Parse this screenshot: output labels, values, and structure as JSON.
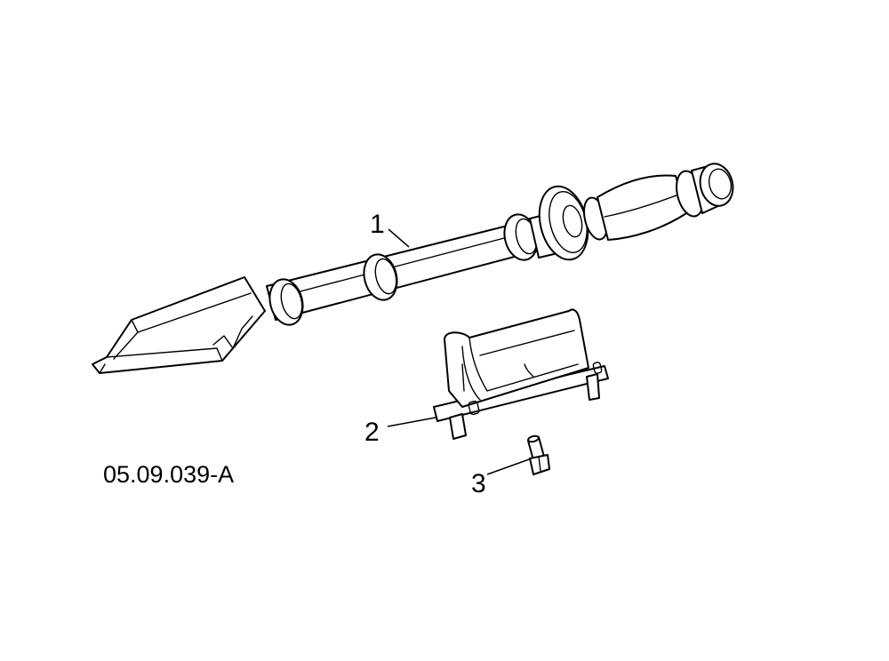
{
  "figure": {
    "code": "05.09.039-A"
  },
  "callouts": [
    {
      "number": "1",
      "part": "shaft-assembly"
    },
    {
      "number": "2",
      "part": "mounting-bracket"
    },
    {
      "number": "3",
      "part": "bolt"
    }
  ]
}
